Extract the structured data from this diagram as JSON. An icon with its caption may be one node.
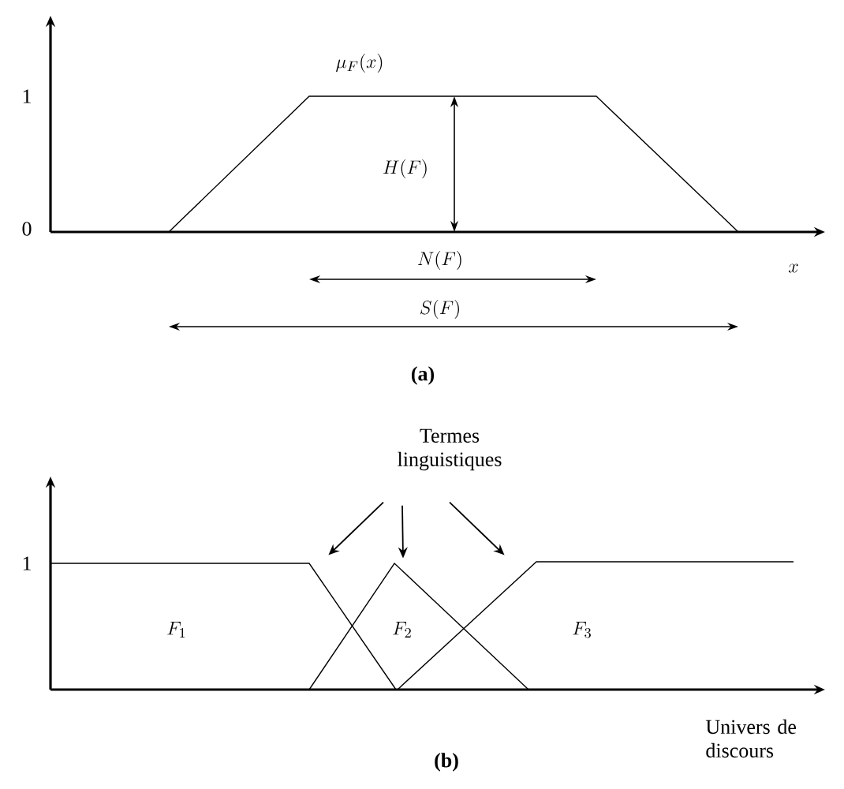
{
  "diagram": {
    "nodes": [
      {
        "text": [
          "Termes linguistiques"
        ]
      },
      {
        "text": [],
        "shape": "curve"
      },
      {
        "text": [],
        "shape": "curve"
      },
      {
        "text": [],
        "shape": "curve"
      }
    ],
    "edges": [
      {
        "from": 0,
        "to": 1,
        "arrow": "to"
      },
      {
        "from": 0,
        "to": 2,
        "arrow": "to"
      },
      {
        "from": 0,
        "to": 3,
        "arrow": "to"
      }
    ],
    "labels": [
      "\\mu_F(x)",
      "1",
      "H(F)",
      "0",
      "N(F)",
      "x",
      "S(F)",
      "(a)",
      "1",
      "F_1",
      "F_2",
      "F_3",
      "Univers de discours",
      "(b)"
    ]
  }
}
